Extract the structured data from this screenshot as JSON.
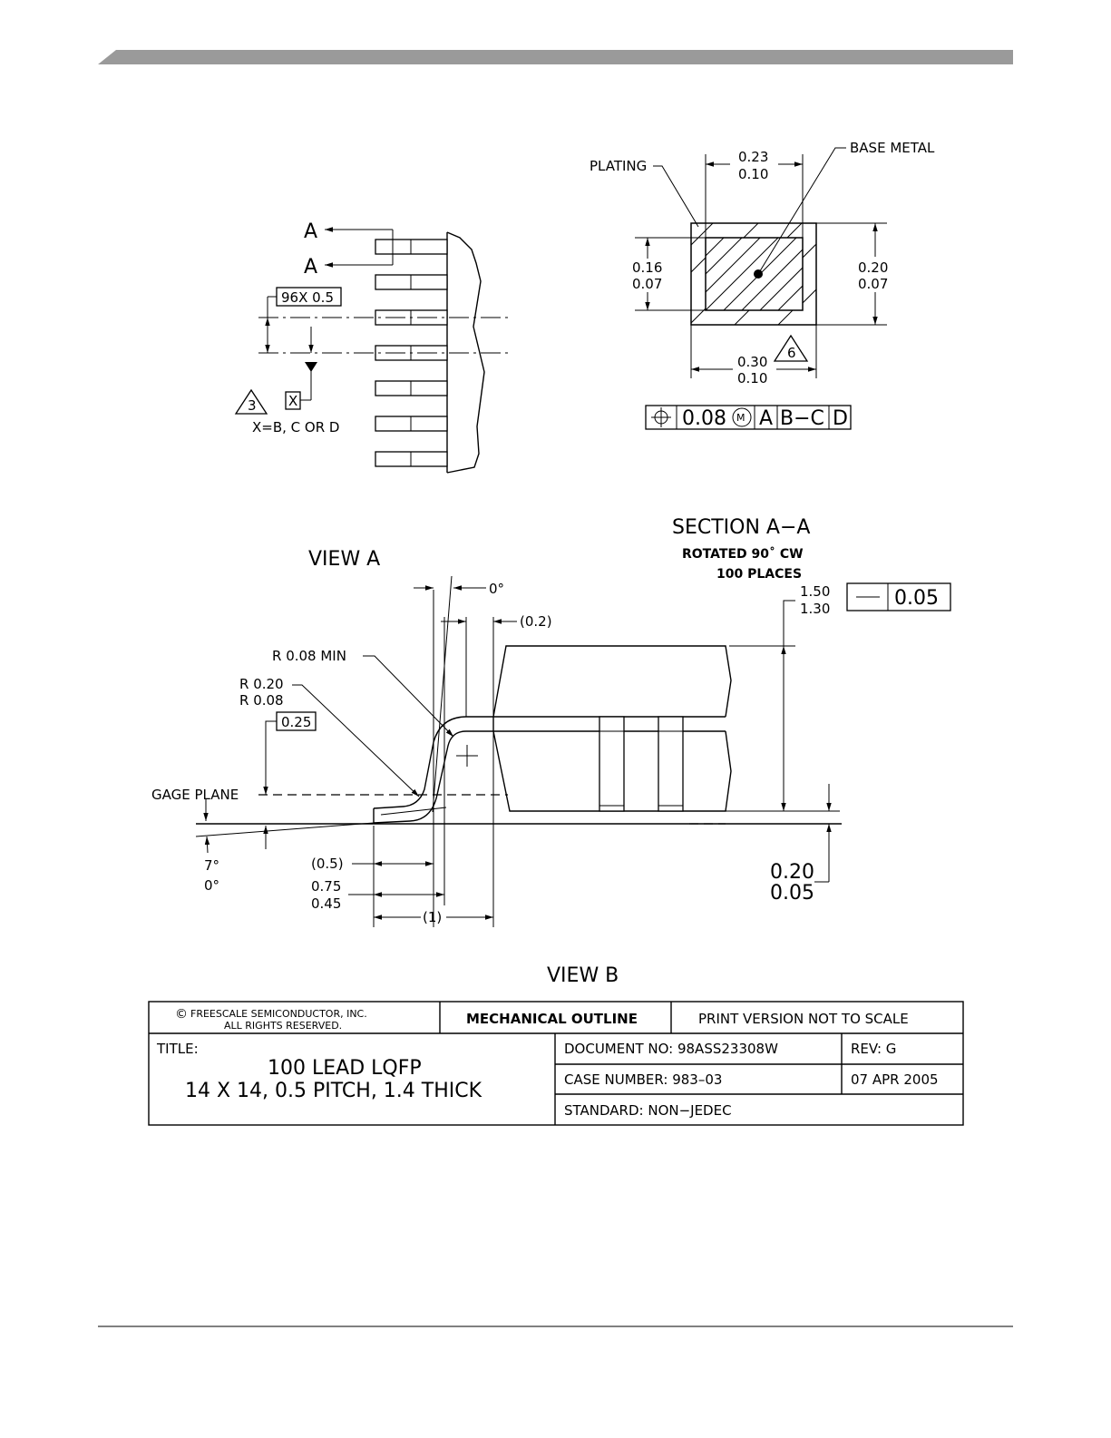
{
  "header": {
    "bar_color": "#9a9a9a"
  },
  "view_a_top": {
    "section_label_1": "A",
    "section_label_2": "A",
    "pitch_dim": "96X 0.5",
    "datum_box": "X",
    "note_number": "3",
    "note_text": "X=B, C OR D"
  },
  "section_detail": {
    "plating_label": "PLATING",
    "base_metal_label": "BASE METAL",
    "width_top_max": "0.23",
    "width_top_min": "0.10",
    "height_left_max": "0.16",
    "height_left_min": "0.07",
    "height_right_max": "0.20",
    "height_right_min": "0.07",
    "width_bottom_max": "0.30",
    "width_bottom_min": "0.10",
    "note_number": "6",
    "fcf_tolerance": "0.08",
    "fcf_modifier": "M",
    "fcf_datum_a": "A",
    "fcf_datum_bc": "B−C",
    "fcf_datum_d": "D"
  },
  "section_title": {
    "title": "SECTION  A−A",
    "rotated": "ROTATED  90˚ CW",
    "places": "100 PLACES"
  },
  "view_a_label": "VIEW  A",
  "view_b": {
    "angle_top": "0°",
    "dim_02": "(0.2)",
    "r_min": "R 0.08 MIN",
    "r_max": "R 0.20",
    "r_min2": "R 0.08",
    "gage_dim": "0.25",
    "gage_plane": "GAGE PLANE",
    "angle_max": "7°",
    "angle_min": "0°",
    "dim_05": "(0.5)",
    "foot_max": "0.75",
    "foot_min": "0.45",
    "dim_1": "(1)",
    "height_max": "1.50",
    "height_min": "1.30",
    "flatness_tol": "0.05",
    "standoff_max": "0.20",
    "standoff_min": "0.05",
    "label": "VIEW  B"
  },
  "title_block": {
    "copyright_line1": "FREESCALE SEMICONDUCTOR,  INC.",
    "copyright_line2": "ALL RIGHTS RESERVED.",
    "copyright_symbol": "©",
    "heading": "MECHANICAL  OUTLINE",
    "print_note": "PRINT  VERSION  NOT  TO  SCALE",
    "title_label": "TITLE:",
    "title_line1": "100  LEAD  LQFP",
    "title_line2": "14  X  14,  0.5  PITCH,  1.4  THICK",
    "document_no": "DOCUMENT  NO:  98ASS23308W",
    "rev": "REV:  G",
    "case_number": "CASE  NUMBER:  983–03",
    "date": "07  APR  2005",
    "standard": "STANDARD:  NON−JEDEC"
  }
}
